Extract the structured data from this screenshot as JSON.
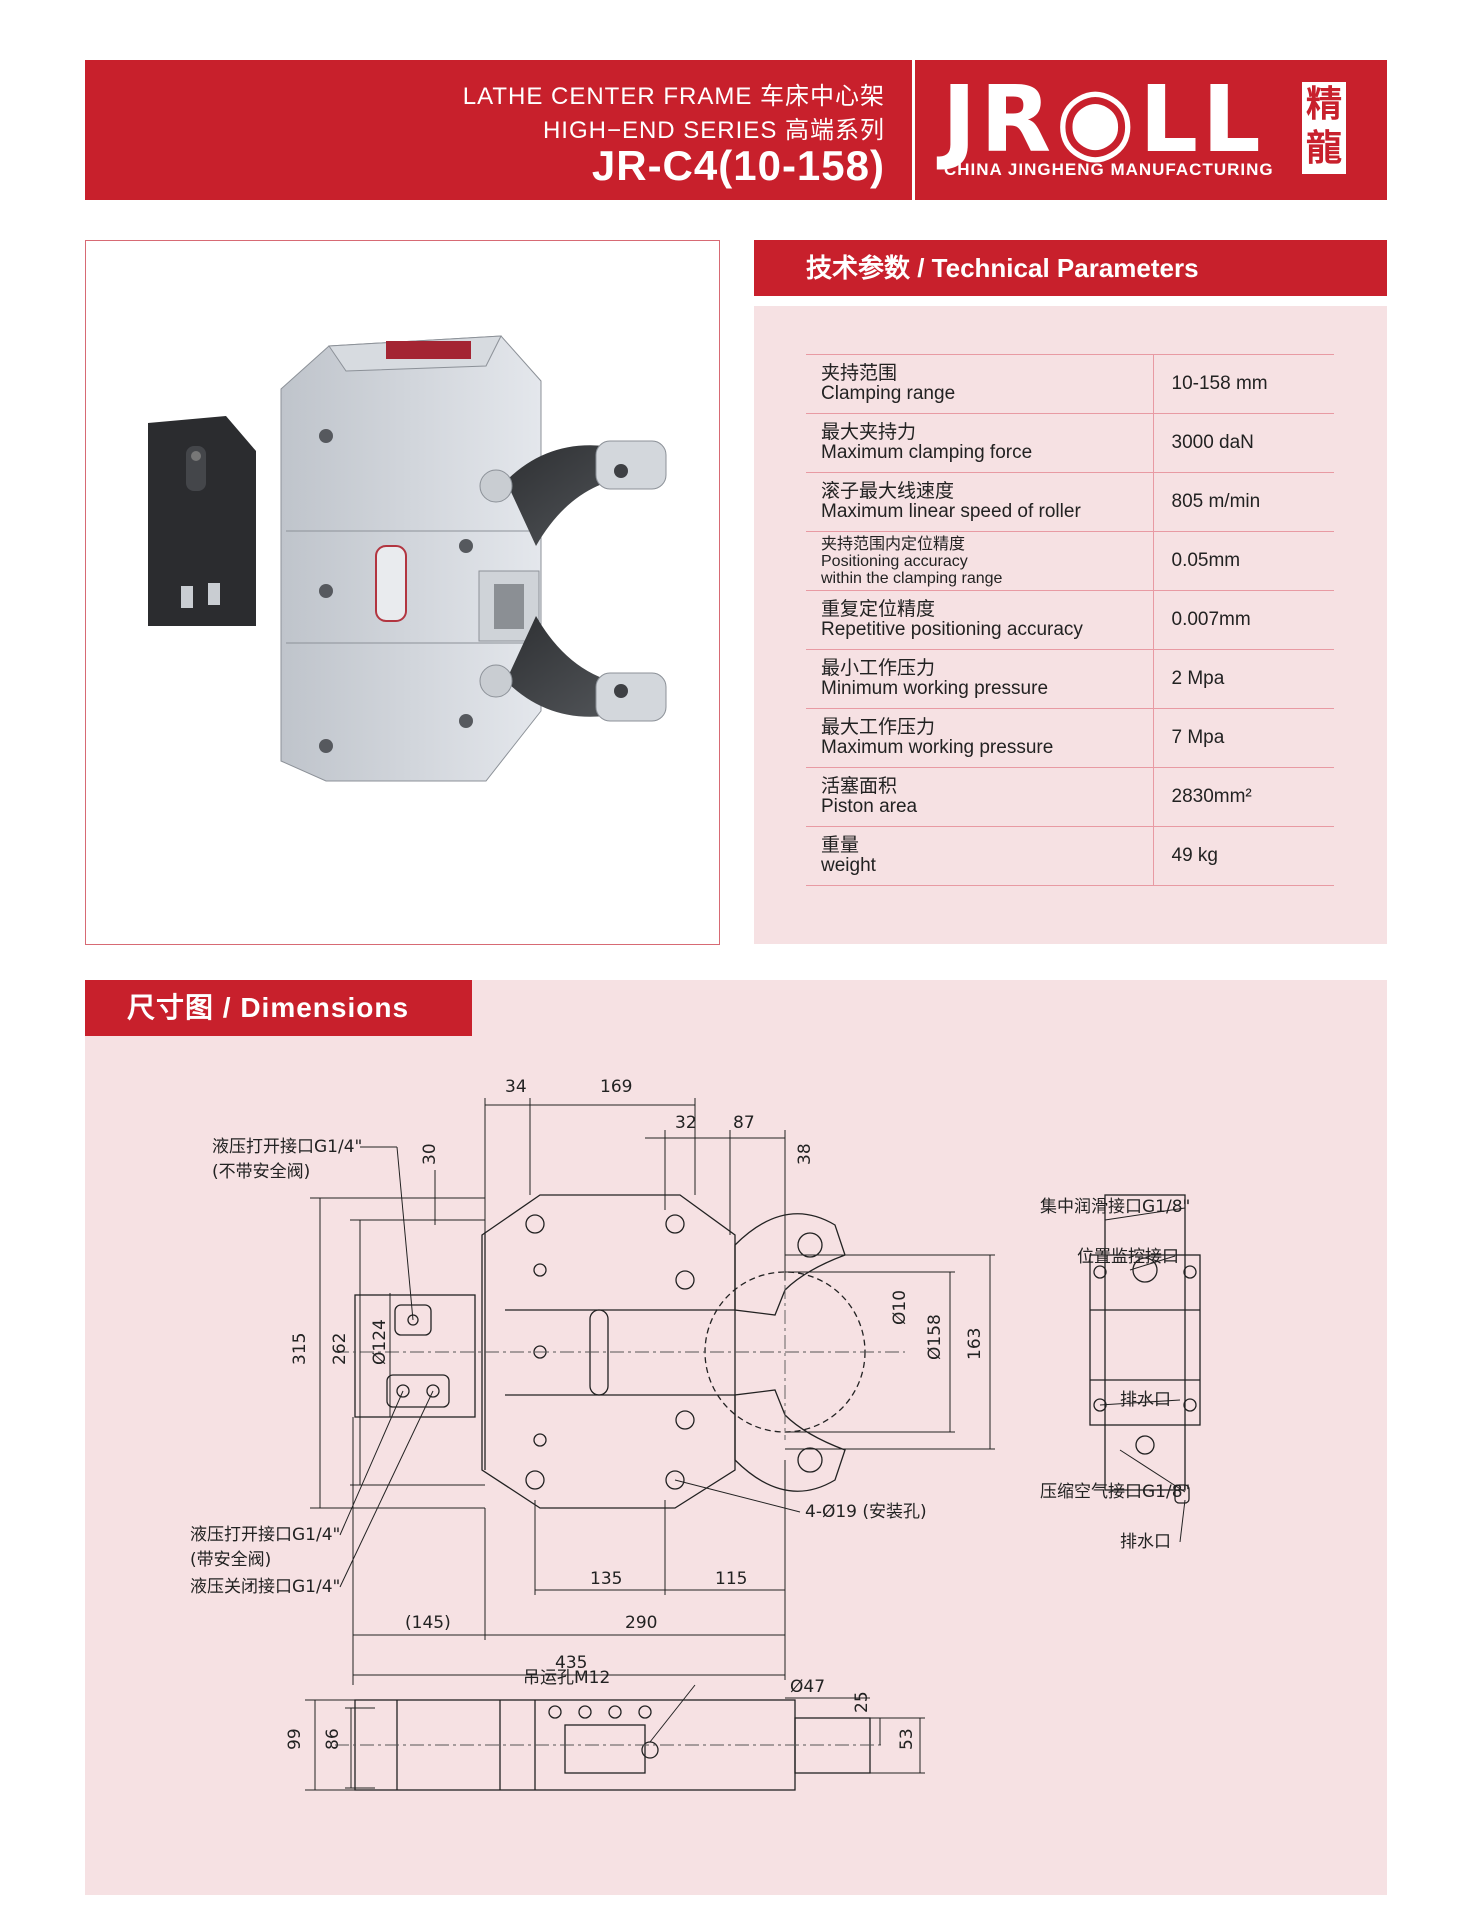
{
  "header": {
    "line1": "LATHE CENTER FRAME  车床中心架",
    "line2": "HIGH−END SERIES      高端系列",
    "model": "JR-C4(10-158)"
  },
  "logo": {
    "brand": "JR◉LL",
    "subtitle": "CHINA JINGHENG MANUFACTURING",
    "seal": "精龍"
  },
  "params": {
    "title": "技术参数 / Technical Parameters",
    "rows": [
      {
        "cn": "夹持范围",
        "en": "Clamping range",
        "value": "10-158 mm"
      },
      {
        "cn": "最大夹持力",
        "en": "Maximum clamping force",
        "value": "3000 daN"
      },
      {
        "cn": "滚子最大线速度",
        "en": "Maximum linear speed of roller",
        "value": "805 m/min"
      },
      {
        "cn": "夹持范围内定位精度",
        "en": "Positioning accuracy",
        "en2": "within the clamping range",
        "value": "0.05mm"
      },
      {
        "cn": "重复定位精度",
        "en": "Repetitive positioning accuracy",
        "value": "0.007mm"
      },
      {
        "cn": "最小工作压力",
        "en": "Minimum working pressure",
        "value": "2 Mpa"
      },
      {
        "cn": "最大工作压力",
        "en": "Maximum working pressure",
        "value": "7 Mpa"
      },
      {
        "cn": "活塞面积",
        "en": "Piston area",
        "value": "2830mm²"
      },
      {
        "cn": "重量",
        "en": "weight",
        "value": "49 kg"
      }
    ]
  },
  "dimensions": {
    "title": "尺寸图 / Dimensions",
    "dims": {
      "d34": "34",
      "d169": "169",
      "d32": "32",
      "d87": "87",
      "d30": "30",
      "d38": "38",
      "d315": "315",
      "d262": "262",
      "d124": "Ø124",
      "d10": "Ø10",
      "d158": "Ø158",
      "d163": "163",
      "d135": "135",
      "d115": "115",
      "d145": "(145)",
      "d290": "290",
      "d435": "435",
      "d47": "Ø47",
      "d25": "25",
      "d53": "53",
      "d99": "99",
      "d86": "86"
    },
    "labels": {
      "hyd_open_nosafe": "液压打开接口G1/4\"",
      "hyd_open_nosafe2": "(不带安全阀)",
      "hyd_open_safe": "液压打开接口G1/4\"",
      "hyd_open_safe2": "(带安全阀)",
      "hyd_close": "液压关闭接口G1/4\"",
      "mount_holes": "4-Ø19 (安装孔)",
      "lube": "集中润滑接口G1/8\"",
      "pos_monitor": "位置监控接口",
      "drain1": "排水口",
      "air": "压缩空气接口G1/8\"",
      "drain2": "排水口",
      "lift": "吊运孔M12"
    }
  },
  "colors": {
    "brand_red": "#c8202c",
    "panel_pink": "#f6e1e3",
    "rule_pink": "#e89aa3"
  }
}
